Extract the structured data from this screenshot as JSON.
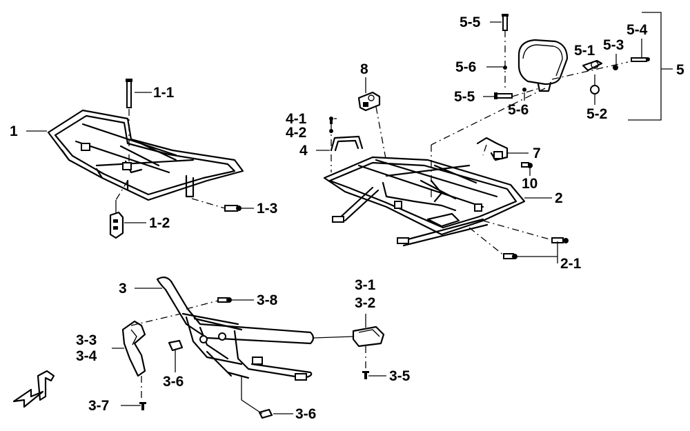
{
  "labels": {
    "p1": "1",
    "p1_1": "1-1",
    "p1_2": "1-2",
    "p1_3": "1-3",
    "p2": "2",
    "p2_1": "2-1",
    "p3": "3",
    "p3_1": "3-1",
    "p3_2": "3-2",
    "p3_3": "3-3",
    "p3_4": "3-4",
    "p3_5": "3-5",
    "p3_6a": "3-6",
    "p3_6b": "3-6",
    "p3_7": "3-7",
    "p3_8": "3-8",
    "p4": "4",
    "p4_1": "4-1",
    "p4_2": "4-2",
    "p5": "5",
    "p5_1": "5-1",
    "p5_2": "5-2",
    "p5_3": "5-3",
    "p5_4": "5-4",
    "p5_5a": "5-5",
    "p5_5b": "5-5",
    "p5_6a": "5-6",
    "p5_6b": "5-6",
    "p7": "7",
    "p8": "8",
    "p10": "10"
  },
  "front_marker": "F"
}
